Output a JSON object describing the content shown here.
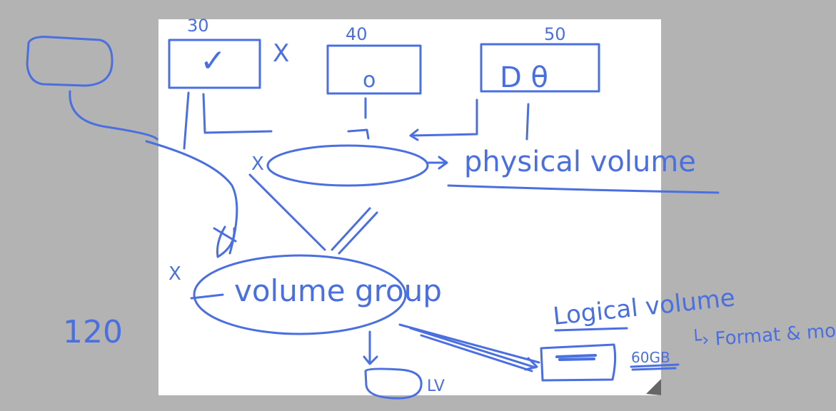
{
  "diagram": {
    "ink_color": "#4a6fe0",
    "page_color": "#ffffff",
    "background_color": "#b3b3b3",
    "disks": [
      {
        "size": "30",
        "mark": "✓",
        "status": "X"
      },
      {
        "size": "40",
        "mark": "o"
      },
      {
        "size": "50",
        "mark": "D  θ"
      }
    ],
    "labels": {
      "physical_volume": "physical volume",
      "volume_group": "volume group",
      "logical_volume": "Logical volume",
      "format_mount": "└› Format & mount",
      "lv": "LV",
      "size_120": "120",
      "size_60gb": "60GB",
      "x1": "X",
      "x2": "X"
    }
  }
}
